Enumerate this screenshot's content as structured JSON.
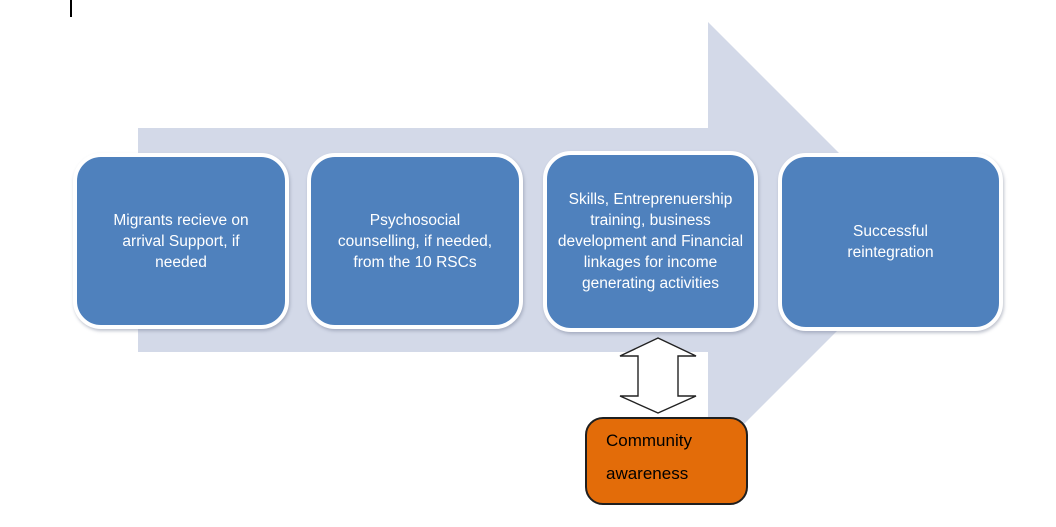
{
  "colors": {
    "step_fill": "#4f81bd",
    "step_text": "#ffffff",
    "arrow_fill": "#d3d9e8",
    "double_arrow_fill": "#ffffff",
    "double_arrow_stroke": "#222222",
    "community_fill": "#e36c09",
    "community_border": "#1f1f1f",
    "community_text": "#000000",
    "cursor_color": "#000000"
  },
  "process": {
    "steps": [
      {
        "label": "Migrants recieve on arrival Support, if needed"
      },
      {
        "label": "Psychosocial counselling, if needed, from the 10 RSCs"
      },
      {
        "label": "Skills, Entreprenuership training, business development and Financial linkages for income generating activities"
      },
      {
        "label": "Successful reintegration"
      }
    ],
    "community_awareness": {
      "line1": "Community",
      "line2": "awareness"
    }
  }
}
